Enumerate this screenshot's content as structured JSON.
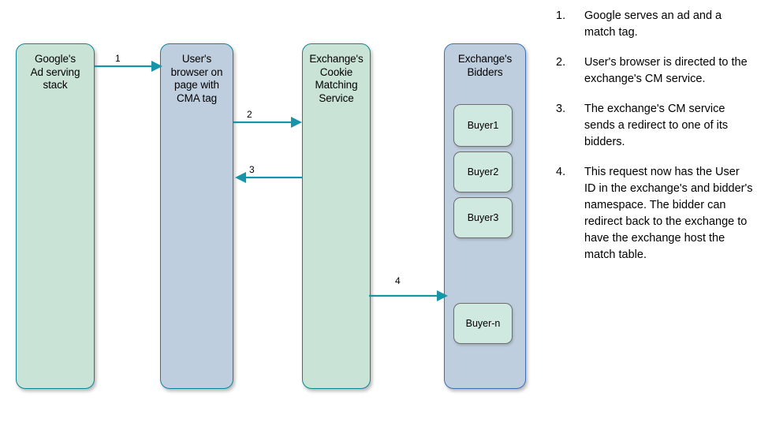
{
  "diagram": {
    "nodes": [
      {
        "id": "google-ad-serving-stack",
        "label": "Google's\nAd serving\nstack",
        "style": "green"
      },
      {
        "id": "users-browser",
        "label": "User's\nbrowser on\npage with\nCMA tag",
        "style": "blue-teal"
      },
      {
        "id": "exchange-cookie-matching-service",
        "label": "Exchange's\nCookie\nMatching\nService",
        "style": "green"
      },
      {
        "id": "exchange-bidders",
        "label": "Exchange's\nBidders",
        "style": "blue-blue"
      }
    ],
    "buyers": [
      {
        "id": "buyer-1",
        "label": "Buyer1"
      },
      {
        "id": "buyer-2",
        "label": "Buyer2"
      },
      {
        "id": "buyer-3",
        "label": "Buyer3"
      },
      {
        "id": "buyer-n",
        "label": "Buyer-n"
      }
    ],
    "arrows": [
      {
        "id": "arrow-1",
        "label": "1",
        "direction": "right",
        "from": "google-ad-serving-stack",
        "to": "users-browser"
      },
      {
        "id": "arrow-2",
        "label": "2",
        "direction": "right",
        "from": "users-browser",
        "to": "exchange-cookie-matching-service"
      },
      {
        "id": "arrow-3",
        "label": "3",
        "direction": "left",
        "from": "exchange-cookie-matching-service",
        "to": "users-browser"
      },
      {
        "id": "arrow-4",
        "label": "4",
        "direction": "right",
        "from": "exchange-cookie-matching-service",
        "to": "exchange-bidders"
      }
    ],
    "colors": {
      "green_fill": "#c9e3d7",
      "blue_fill": "#bfcede",
      "teal_border": "#0f8496",
      "blue_border": "#3c6fb4",
      "buyer_fill": "#cfe8e0",
      "buyer_border": "#6e6e6e",
      "arrow": "#1795a8"
    }
  },
  "steps": [
    {
      "number": "1.",
      "text": "Google serves an ad and a match tag."
    },
    {
      "number": "2.",
      "text": "User's browser is directed to the exchange's CM service."
    },
    {
      "number": "3.",
      "text": "The exchange's CM service sends a redirect to one of its bidders."
    },
    {
      "number": "4.",
      "text": "This request now has the User ID in the exchange's and bidder's namespace. The bidder can redirect back to the exchange to have the exchange host the match table."
    }
  ]
}
